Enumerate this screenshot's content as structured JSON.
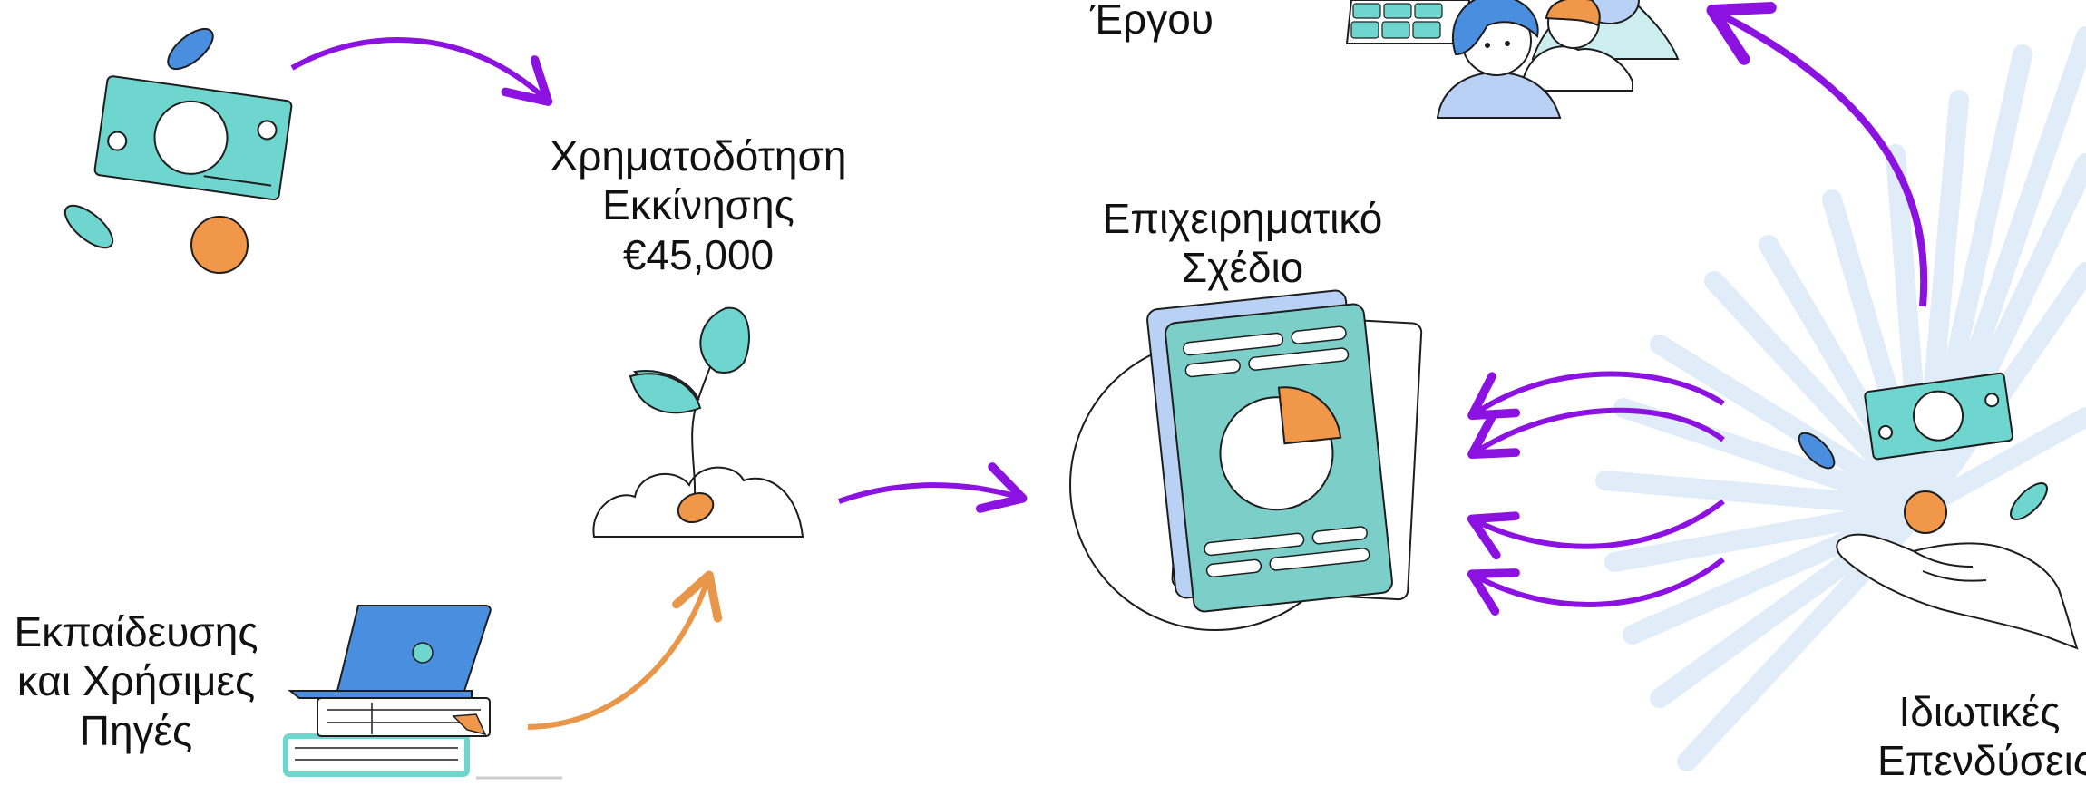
{
  "labels": {
    "top_partial": "Έργου",
    "seed_funding": [
      "Χρηματοδότηση",
      "Εκκίνησης",
      "€45,000"
    ],
    "business_plan": [
      "Επιχειρηματικό",
      "Σχέδιο"
    ],
    "education": [
      "Εκπαίδευσης",
      "και Χρήσιμες",
      "Πηγές"
    ],
    "private_investment": [
      "Ιδιωτικές",
      "Επενδύσεις"
    ]
  },
  "colors": {
    "arrow_purple": "#8B12E0",
    "arrow_orange": "#E8974A",
    "teal": "#6fd6cf",
    "blue": "#4a8ee0",
    "orange": "#f0974a",
    "light_blue": "#b9d1f5",
    "sunburst": "#dbe9f7"
  },
  "icons": [
    "money-bill-icon",
    "coin-icon",
    "sprout-icon",
    "business-plan-document-icon",
    "people-group-icon",
    "solar-panel-icon",
    "hand-with-money-icon",
    "laptop-on-books-icon"
  ]
}
